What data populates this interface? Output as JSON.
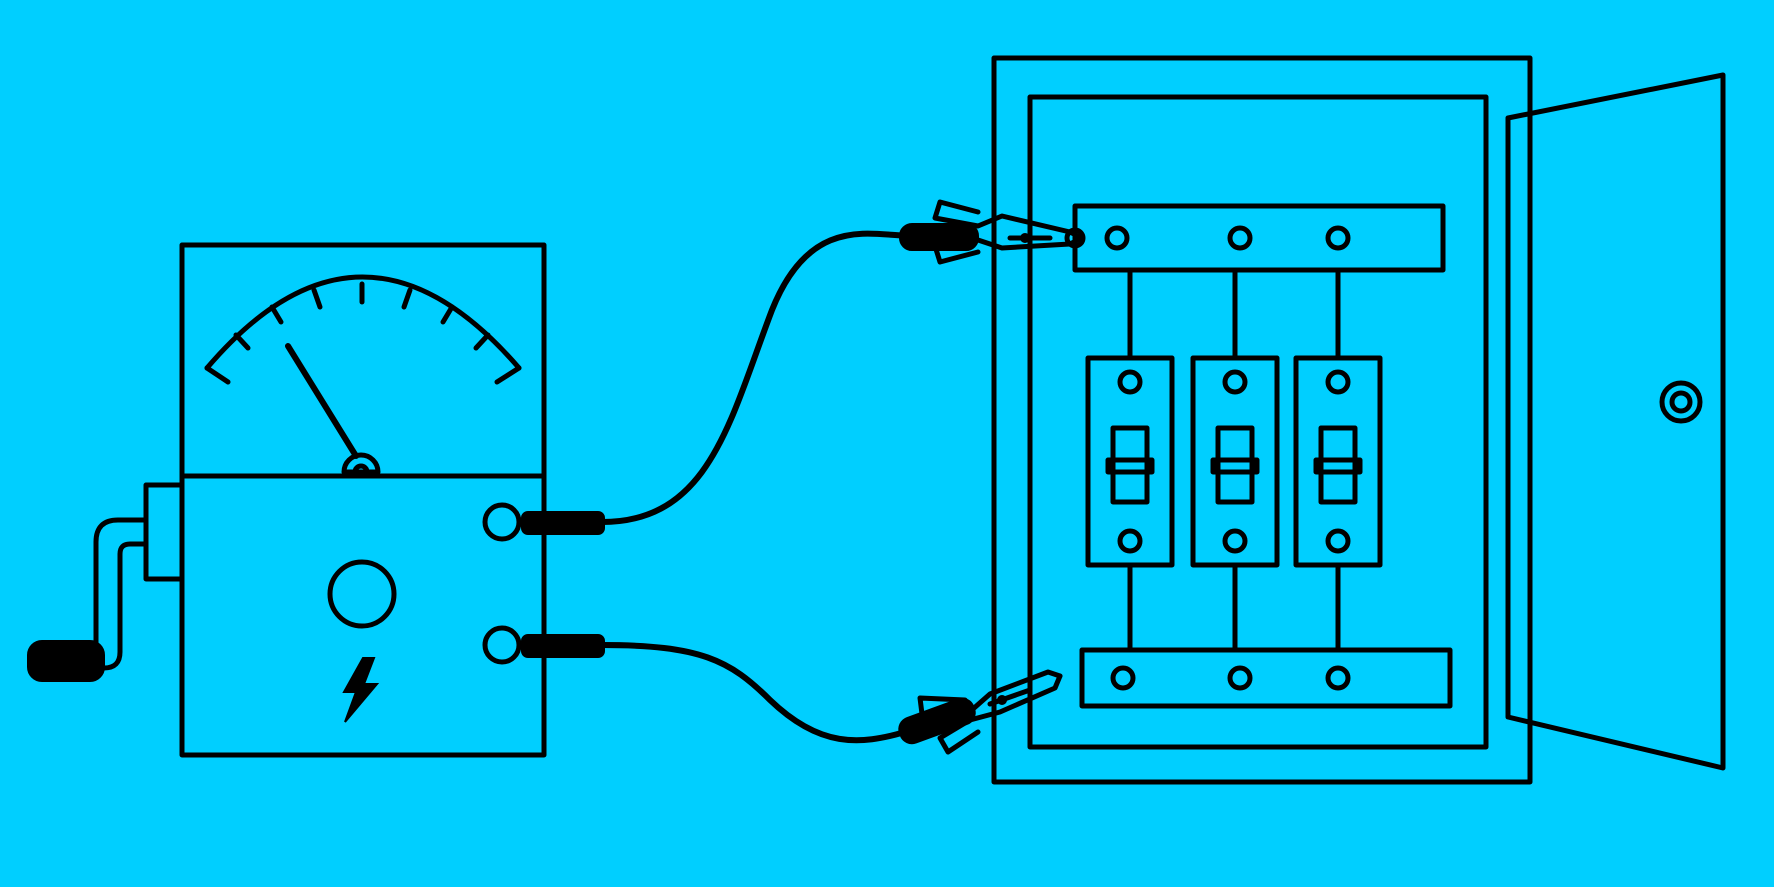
{
  "scene": {
    "background_color": "#00cfff",
    "line_color": "#000000",
    "subjects": [
      {
        "id": "insulation-tester",
        "icon": "megohmmeter-icon",
        "has_hand_crank": true,
        "has_analog_dial": true,
        "dial_tick_count": 9,
        "terminal_count": 2,
        "symbol": "lightning-bolt-icon"
      },
      {
        "id": "distribution-panel",
        "icon": "electrical-panel-icon",
        "door_state": "open",
        "breaker_count": 3,
        "busbar_count": 2
      },
      {
        "id": "test-leads",
        "icon": "alligator-clip-icon",
        "lead_count": 2
      }
    ]
  }
}
